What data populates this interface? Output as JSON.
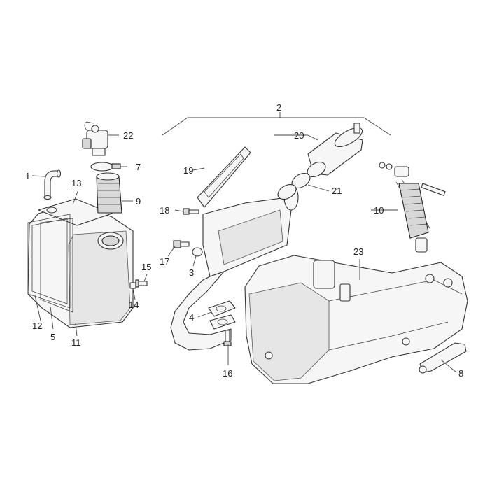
{
  "callouts": {
    "c1": "1",
    "c2": "2",
    "c3": "3",
    "c4": "4",
    "c5": "5",
    "c7": "7",
    "c8": "8",
    "c9": "9",
    "c10": "10",
    "c11": "11",
    "c12": "12",
    "c13": "13",
    "c14": "14",
    "c15": "15",
    "c16": "16",
    "c17": "17",
    "c18": "18",
    "c19": "19",
    "c20": "20",
    "c21": "21",
    "c22": "22",
    "c23": "23"
  }
}
